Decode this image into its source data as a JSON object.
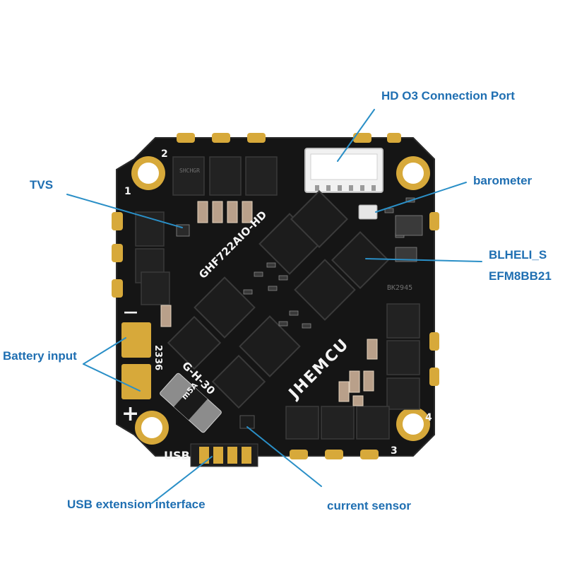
{
  "labels": {
    "hd_port": "HD O3 Connection Port",
    "tvs": "TVS",
    "barometer": "barometer",
    "blheli_line1": "BLHELI_S",
    "blheli_line2": "EFM8BB21",
    "battery": "Battery input",
    "usb_ext": "USB extension interface",
    "current_sensor": "current sensor"
  },
  "board": {
    "model": "GHF722AIO-HD",
    "brand": "JHEMCU",
    "date_code": "2336",
    "version": "G-H-30",
    "usb": "USB",
    "minus": "—",
    "plus": "+",
    "motors": [
      "1",
      "2",
      "3",
      "4"
    ],
    "shunt": "m5A",
    "chip_top": "SHCHGR",
    "chip_right": "BK2945"
  },
  "colors": {
    "label": "#1f6fb2",
    "pcb": "#151515",
    "gold": "#d7a93a",
    "pointer": "#2a8fc7"
  }
}
